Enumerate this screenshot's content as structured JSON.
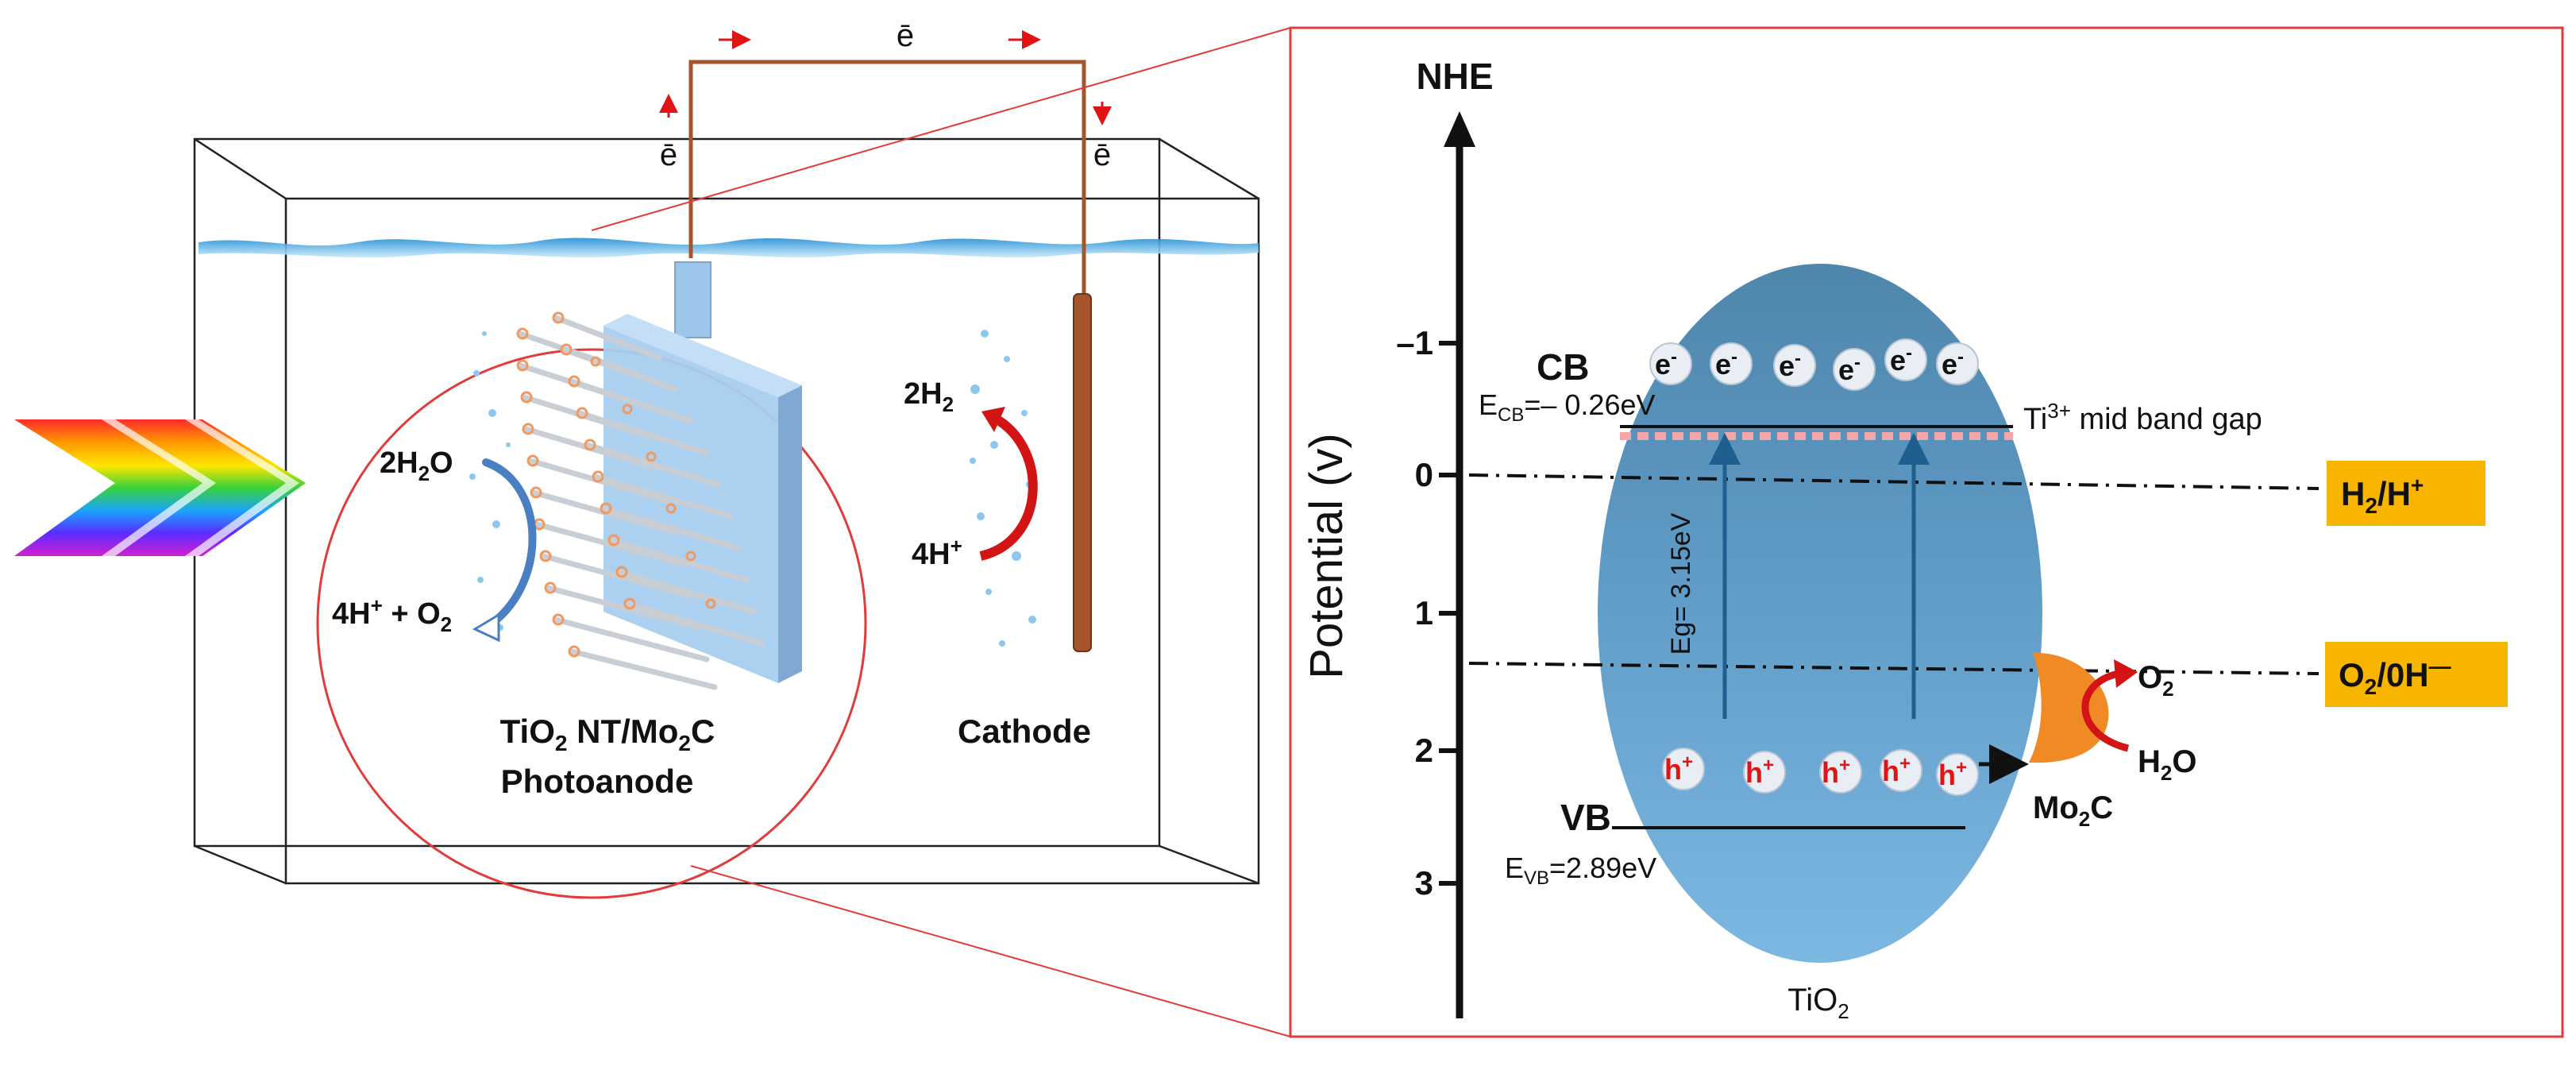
{
  "cell": {
    "electron_top": "ē",
    "electron_left": "ē",
    "electron_right": "ē",
    "anode_in": "2H",
    "anode_in_sub": "2",
    "anode_in_tail": "O",
    "anode_out": "4H",
    "anode_out_sup": "+",
    "anode_out_mid": " + O",
    "anode_out_sub": "2",
    "anode_name_1a": "TiO",
    "anode_name_1sub": "2",
    "anode_name_1b": " NT/Mo",
    "anode_name_1sub2": "2",
    "anode_name_1c": "C",
    "anode_name_2": "Photoanode",
    "cathode_h2": "2H",
    "cathode_h2_sub": "2",
    "cathode_h": "4H",
    "cathode_h_sup": "+",
    "cathode_name": "Cathode"
  },
  "band": {
    "axis_title": "NHE",
    "axis_label": "Potential (v)",
    "ticks": [
      "–1",
      "0",
      "1",
      "2",
      "3"
    ],
    "cb_label": "CB",
    "vb_label": "VB",
    "ecb_pre": "E",
    "ecb_sub": "CB",
    "ecb_val": "=– 0.26eV",
    "evb_pre": "E",
    "evb_sub": "VB",
    "evb_val": "=2.89eV",
    "eg_label": "Eg= 3.15eV",
    "ti_pre": "Ti",
    "ti_sup": "3+",
    "ti_post": " mid band gap",
    "electron": "e",
    "electron_sup": "-",
    "hole": "h",
    "hole_sup": "+",
    "tio2_pre": "TiO",
    "tio2_sub": "2",
    "mo2c_pre": "Mo",
    "mo2c_sub": "2",
    "mo2c_post": "C",
    "o2_pre": "O",
    "o2_sub": "2",
    "h2o_pre": "H",
    "h2o_sub": "2",
    "h2o_post": "O",
    "redox1_pre": "H",
    "redox1_sub": "2",
    "redox1_mid": "/H",
    "redox1_sup": "+",
    "redox2_pre": "O",
    "redox2_sub": "2",
    "redox2_post": "/0H",
    "redox2_sup": "—",
    "colors": {
      "frame": "#e23b3b",
      "ellipse": "#5f9bc4",
      "redox_box": "#f7b500",
      "mo2c": "#f08a24",
      "wire": "#a4552d"
    }
  }
}
